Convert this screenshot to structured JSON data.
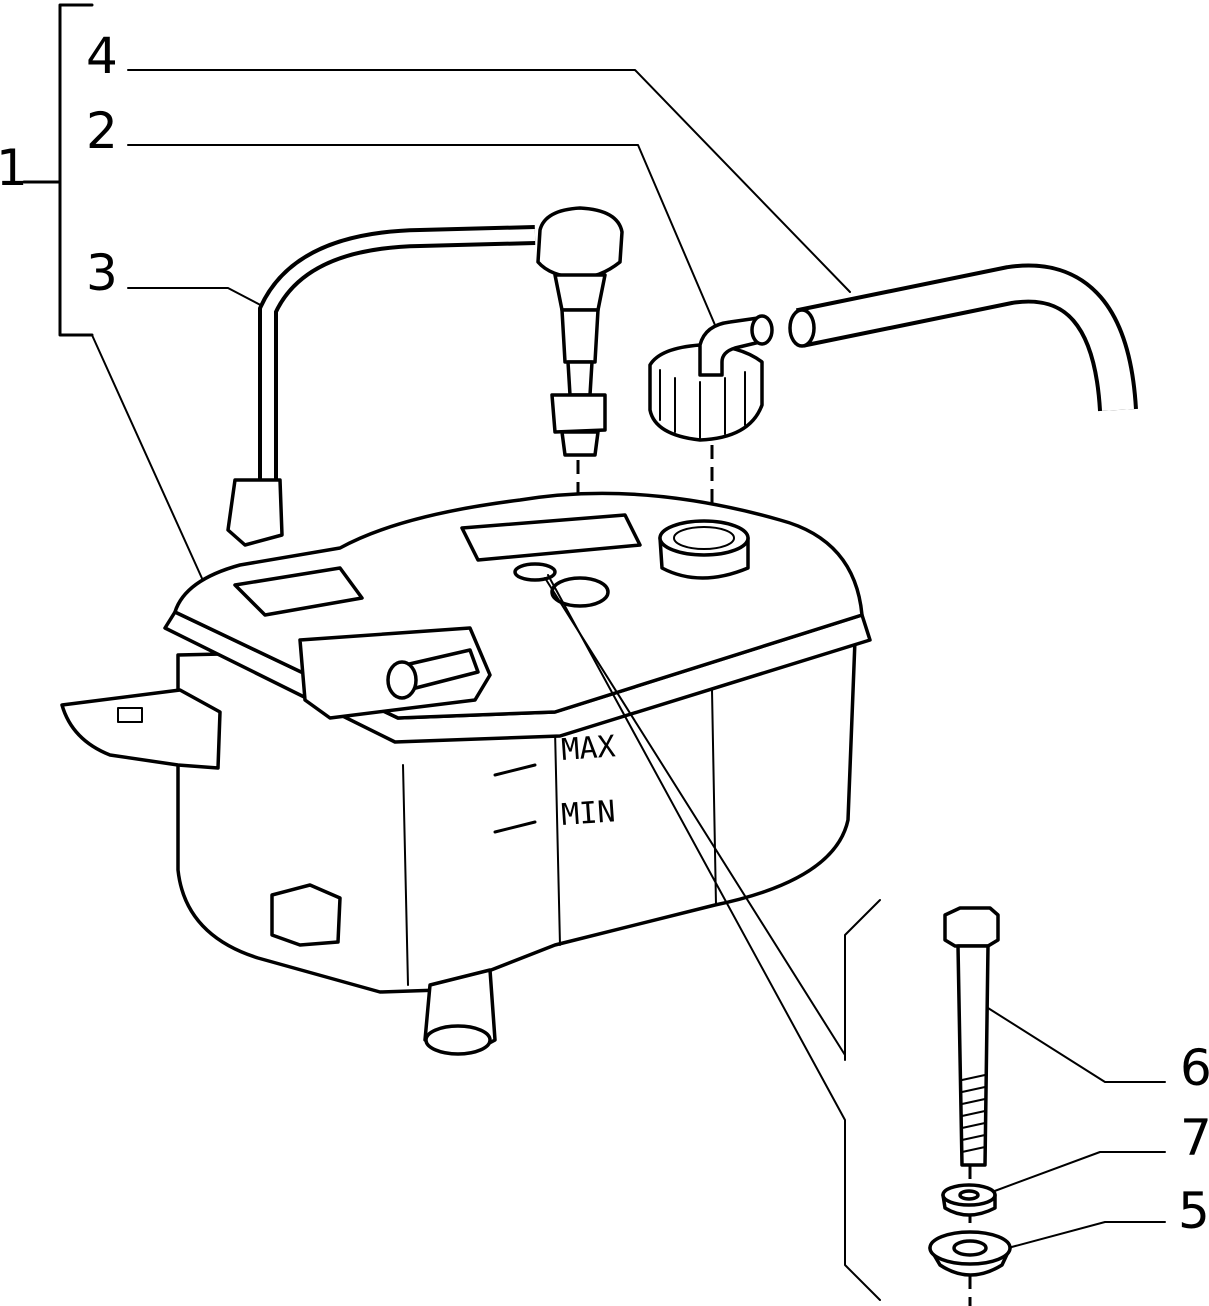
{
  "callouts": [
    {
      "id": "c1",
      "text": "1"
    },
    {
      "id": "c2",
      "text": "2"
    },
    {
      "id": "c3",
      "text": "3"
    },
    {
      "id": "c4",
      "text": "4"
    },
    {
      "id": "c5",
      "text": "5"
    },
    {
      "id": "c6",
      "text": "6"
    },
    {
      "id": "c7",
      "text": "7"
    }
  ],
  "tank_markings": {
    "max": "MAX",
    "min": "MIN"
  }
}
